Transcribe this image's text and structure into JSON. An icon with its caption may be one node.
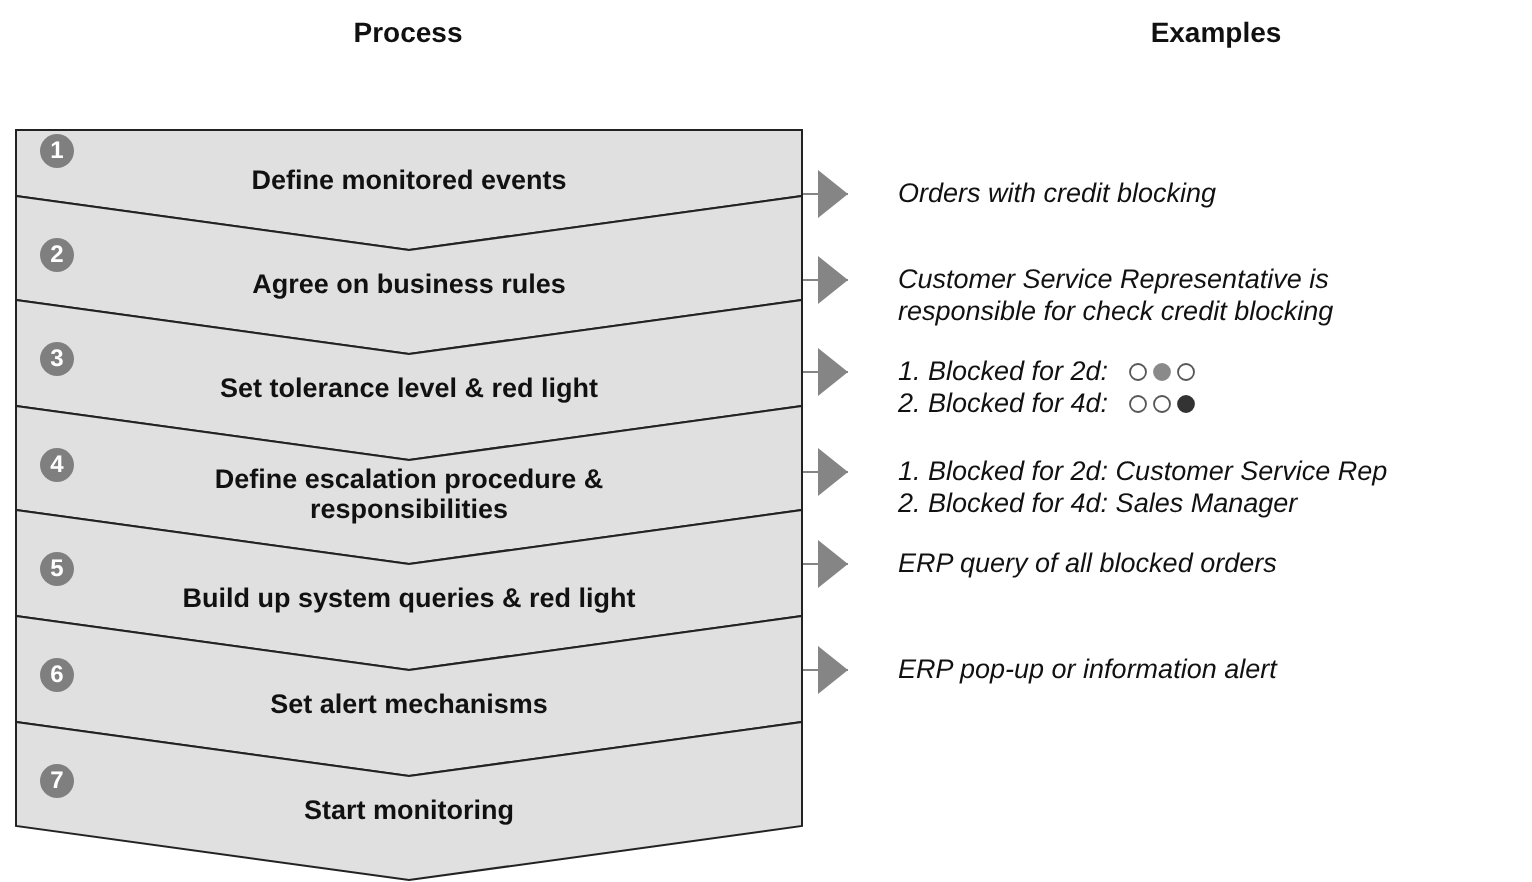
{
  "diagram": {
    "nodes": [
      {
        "text": [
          "1",
          "Define monitored events"
        ]
      },
      {
        "text": [
          "2",
          "Agree on business rules"
        ]
      },
      {
        "text": [
          "3",
          "Set tolerance level & red light"
        ]
      },
      {
        "text": [
          "4",
          "Define escalation procedure & responsibilities"
        ]
      },
      {
        "text": [
          "5",
          "Build up system queries & red light"
        ]
      },
      {
        "text": [
          "6",
          "Set alert mechanisms"
        ]
      },
      {
        "text": [
          "7",
          "Start monitoring"
        ]
      },
      {
        "text": [
          "Orders with credit blocking"
        ]
      },
      {
        "text": [
          "Customer Service Representative is responsible for check credit blocking"
        ]
      },
      {
        "text": [
          "1. Blocked for 2d:",
          "2. Blocked for 4d:"
        ]
      },
      {
        "text": [
          "1. Blocked for 2d: Customer Service Rep",
          "2. Blocked for 4d: Sales Manager"
        ]
      },
      {
        "text": [
          "ERP query of all blocked orders"
        ]
      },
      {
        "text": [
          "ERP pop-up or information alert"
        ]
      }
    ],
    "edges": [
      {
        "from": 0,
        "to": 7,
        "arrow": "to"
      },
      {
        "from": 1,
        "to": 8,
        "arrow": "to"
      },
      {
        "from": 2,
        "to": 9,
        "arrow": "to"
      },
      {
        "from": 3,
        "to": 10,
        "arrow": "to"
      },
      {
        "from": 4,
        "to": 11,
        "arrow": "to"
      },
      {
        "from": 5,
        "to": 12,
        "arrow": "to"
      }
    ],
    "labels": [
      "Process",
      "Examples"
    ]
  }
}
